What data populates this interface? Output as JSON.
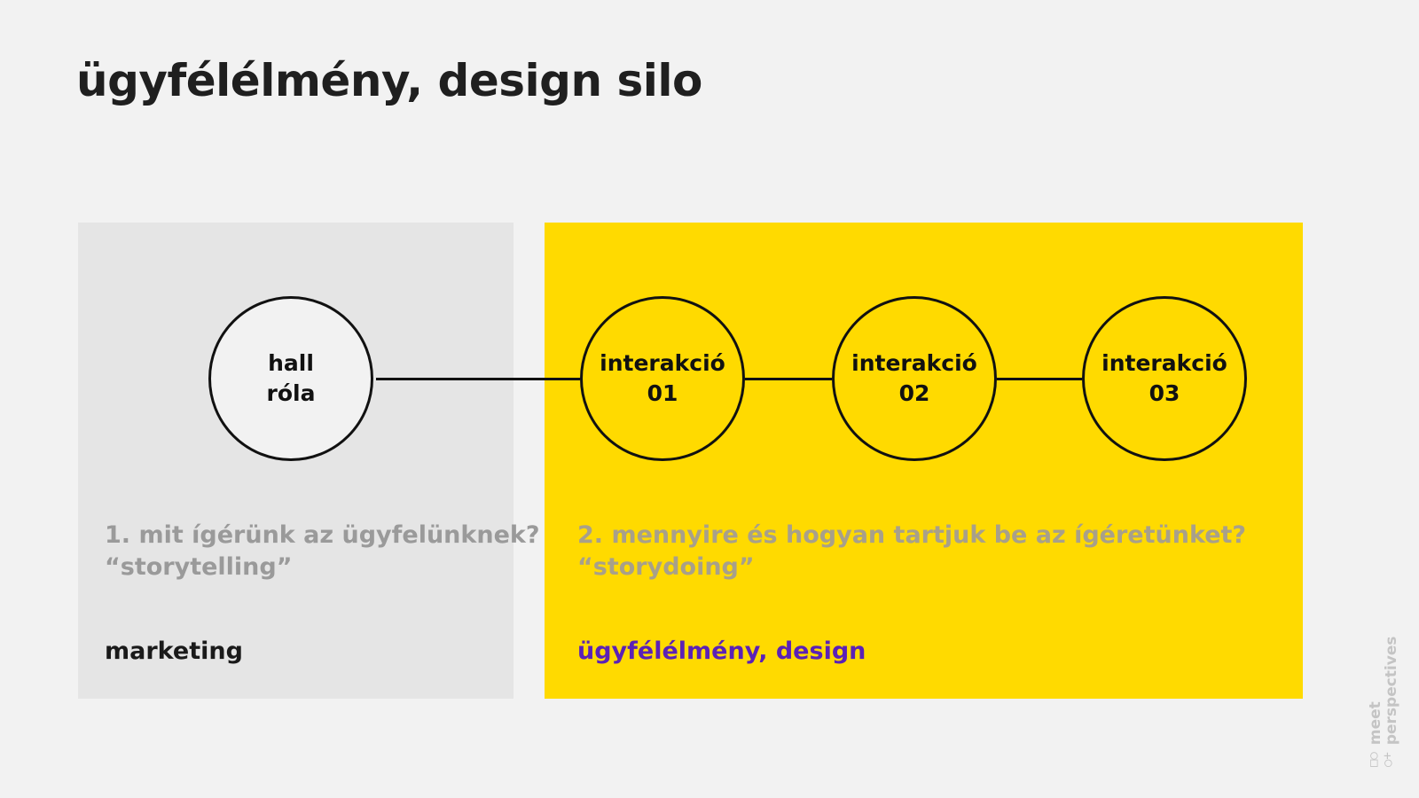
{
  "title": "ügyfélélmény, design silo",
  "nodes": [
    {
      "line1": "hall",
      "line2": "róla"
    },
    {
      "line1": "interakció",
      "line2": "01"
    },
    {
      "line1": "interakció",
      "line2": "02"
    },
    {
      "line1": "interakció",
      "line2": "03"
    }
  ],
  "panels": {
    "left": {
      "question": "1. mit ígérünk az ügyfelünknek?",
      "quote": "“storytelling”",
      "department": "marketing"
    },
    "right": {
      "question": "2. mennyire és hogyan tartjuk be az ígéretünket?",
      "quote": "“storydoing”",
      "department": "ügyfélélmény, design"
    }
  },
  "brand": {
    "line1": "meet",
    "line2": "perspectives"
  },
  "colors": {
    "background": "#f2f2f2",
    "gray_panel": "#e5e5e5",
    "yellow_panel": "#ffda00",
    "department_accent": "#5b21b6"
  }
}
